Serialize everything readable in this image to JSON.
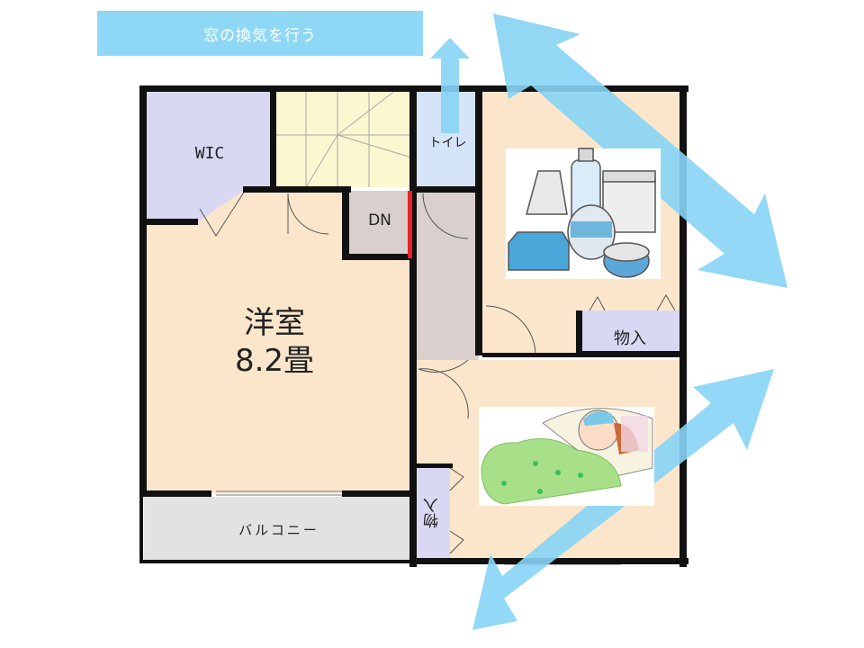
{
  "banner": {
    "text": "窓の換気を行う"
  },
  "rooms": {
    "wic": "WIC",
    "stairs_dn": "DN",
    "toilet": "トイレ",
    "western_room_name": "洋室",
    "western_room_size": "8.2畳",
    "closet_right": "物入",
    "closet_bottom": "物入",
    "balcony": "バルコニー"
  },
  "colors": {
    "arrow": "#87d4f5",
    "room_beige": "#fbe6cc",
    "closet_lavender": "#d8d8f2",
    "stairs_yellow": "#fbf7cf",
    "hall_gray": "#d9d0cd",
    "toilet_blue": "#d5e5f7",
    "balcony_gray": "#e2e2e2",
    "wall": "#111111",
    "stair_marker": "#e8232a"
  },
  "icons": [
    "emergency-supplies-illustration",
    "sick-person-in-bed-illustration"
  ]
}
